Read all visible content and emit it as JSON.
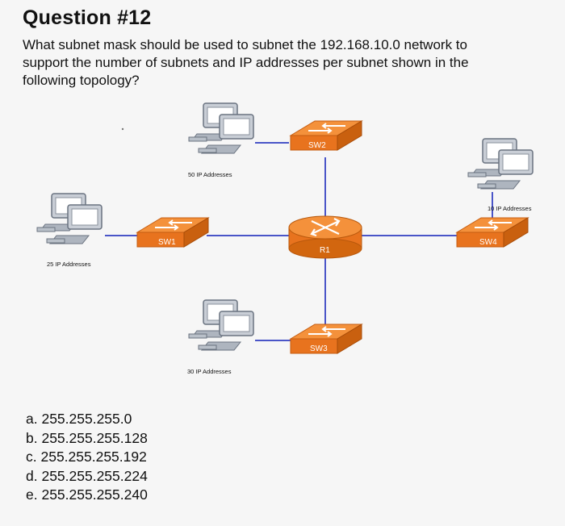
{
  "question": {
    "title": "Question #12",
    "lines": [
      "What subnet mask should be used to subnet the 192.168.10.0 network to",
      "support the number of subnets and IP addresses per subnet shown in the",
      "following topology?"
    ]
  },
  "topology": {
    "router": "R1",
    "switches": [
      "SW1",
      "SW2",
      "SW3",
      "SW4"
    ],
    "address_labels": {
      "sw1": "25 IP Addresses",
      "sw2": "50 IP Addresses",
      "sw3": "30 IP Addresses",
      "sw4": "10 IP Addresses"
    },
    "colors": {
      "switch": "#e8731e",
      "switch_top": "#f4913b",
      "router": "#e8731e",
      "link": "#4a55c8",
      "pc_body": "#c9ced6",
      "pc_screen": "#ffffff"
    }
  },
  "options": [
    "a. 255.255.255.0",
    "b. 255.255.255.128",
    "c. 255.255.255.192",
    "d. 255.255.255.224",
    "e. 255.255.255.240"
  ]
}
